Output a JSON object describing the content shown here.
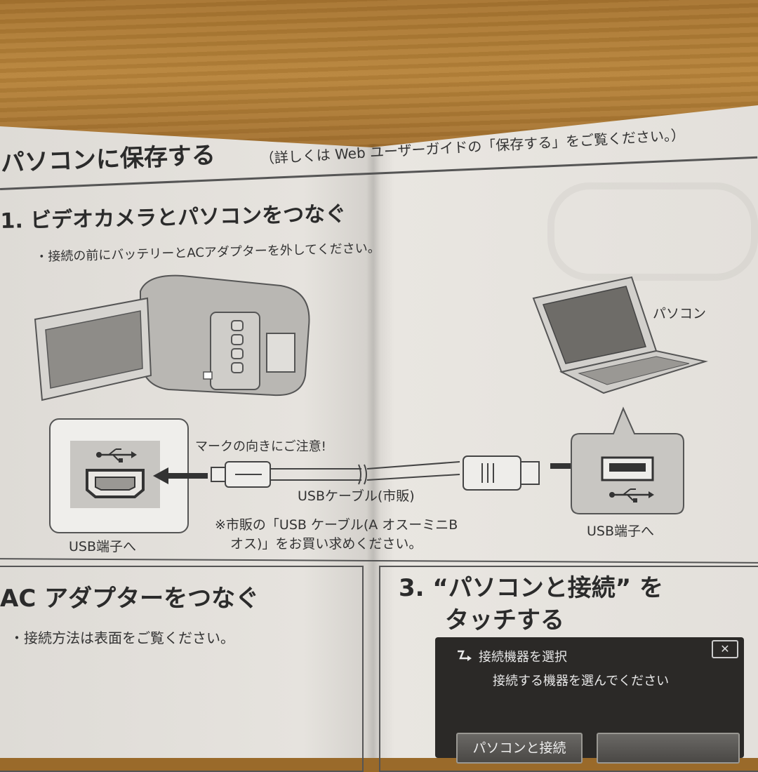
{
  "header": {
    "title": "パソコンに保存する",
    "note": "（詳しくは Web ユーザーガイドの「保存する」をご覧ください。）"
  },
  "step1": {
    "title": "1. ビデオカメラとパソコンをつなぐ",
    "note": "・接続の前にバッテリーとACアダプターを外してください。"
  },
  "diagram": {
    "pc_label": "パソコン",
    "mark_note": "マークの向きにご注意!",
    "cable_label": "USBケーブル(市販)",
    "camera_port_label": "USB端子へ",
    "pc_port_label": "USB端子へ",
    "purchase_note_line1": "※市販の「USB ケーブル(A オスーミニB",
    "purchase_note_line2": "オス)」をお買い求めください。"
  },
  "step2": {
    "title": "AC アダプターをつなぐ",
    "note": "・接続方法は表面をご覧ください。"
  },
  "step3": {
    "title_line1": "3. “パソコンと接続” を",
    "title_line2": "タッチする"
  },
  "screen": {
    "title": "接続機器を選択",
    "subtitle": "接続する機器を選んでください",
    "close": "✕",
    "button_pc": "パソコンと接続"
  }
}
